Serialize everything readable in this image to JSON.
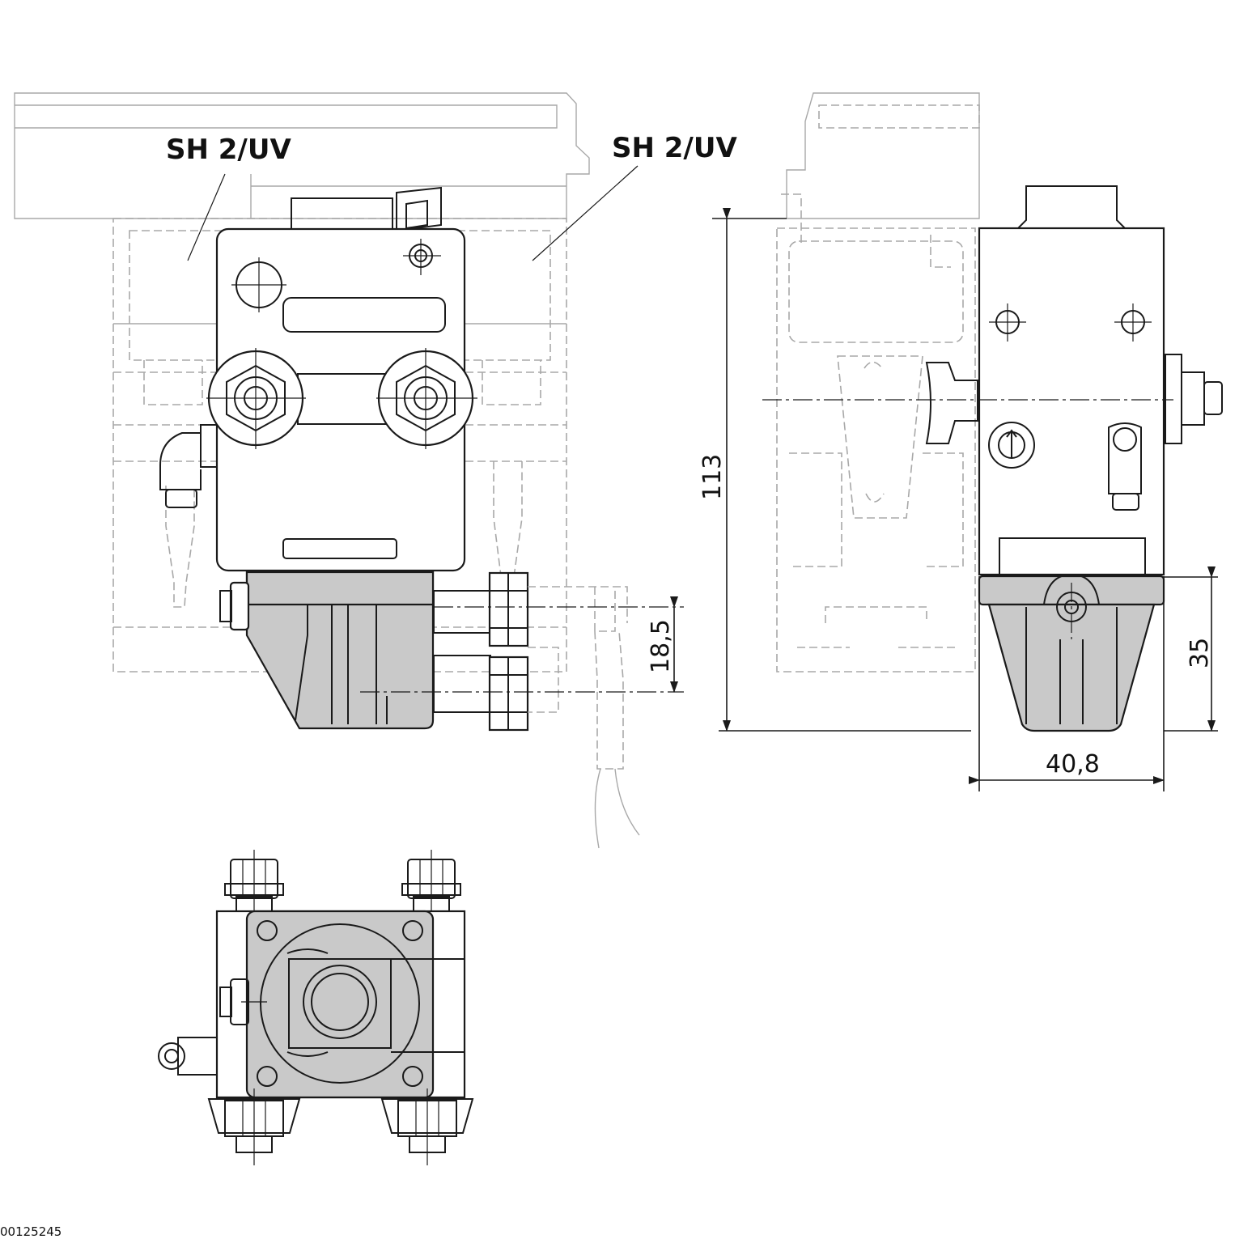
{
  "labels": {
    "front_view_part": "SH 2/UV",
    "front_view_part_2": "SH 2/UV"
  },
  "dimensions": {
    "pitch": "18,5",
    "height": "113",
    "foot_height": "35",
    "width": "40,8"
  },
  "drawing_number": "00125245"
}
